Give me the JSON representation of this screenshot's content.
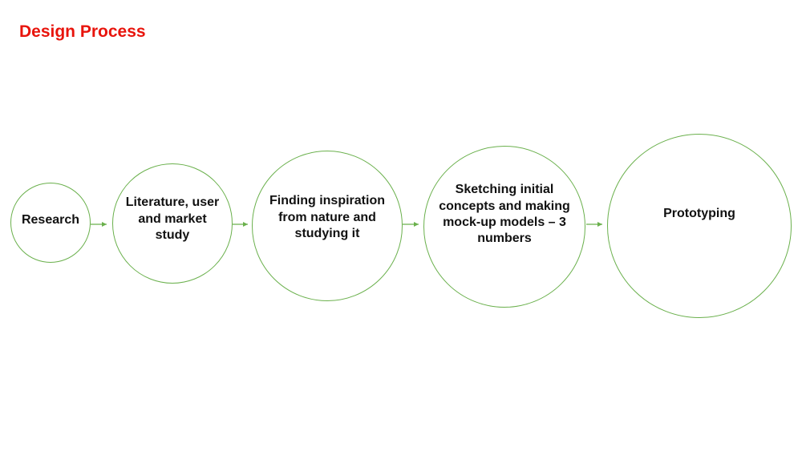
{
  "title": "Design Process",
  "accent_color": "#e8140c",
  "stroke_color": "#6ab04c",
  "steps": [
    {
      "label": "Research"
    },
    {
      "label": "Literature, user and market study"
    },
    {
      "label": "Finding inspiration from nature and studying it"
    },
    {
      "label": "Sketching initial concepts and making mock-up models – 3 numbers"
    },
    {
      "label": "Prototyping"
    }
  ]
}
